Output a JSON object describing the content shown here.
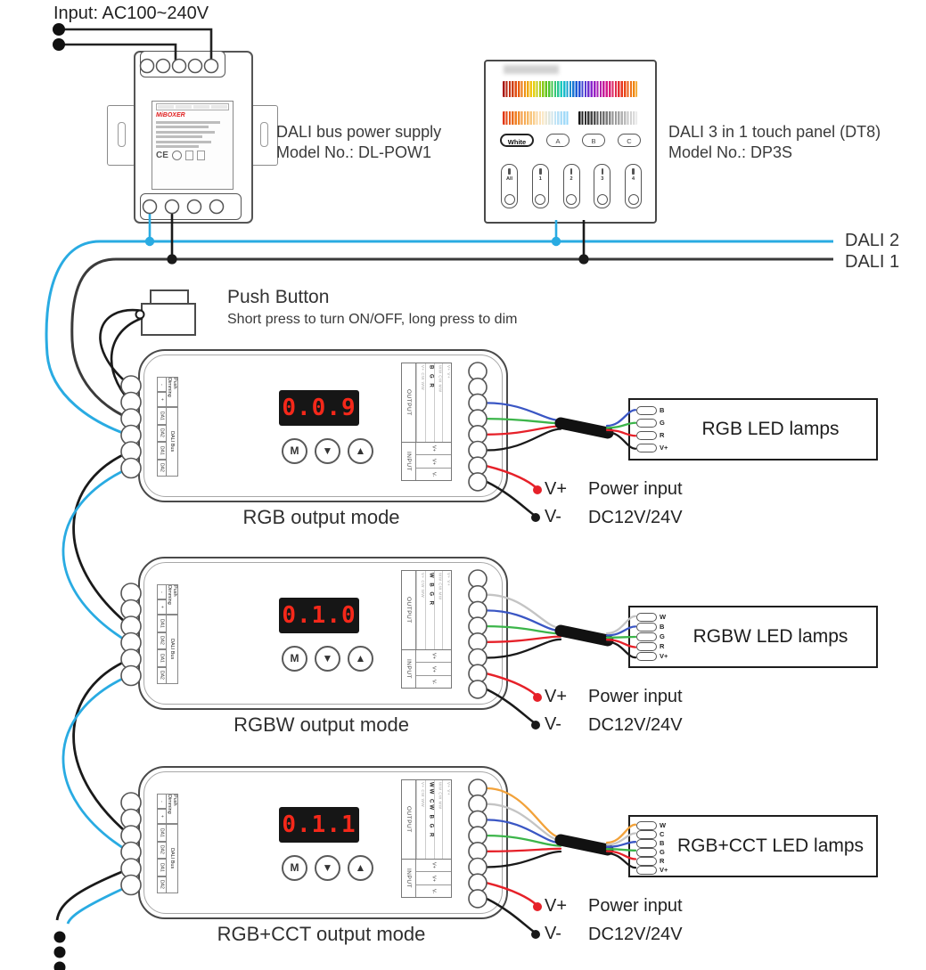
{
  "input": {
    "label": "Input: AC100~240V"
  },
  "power_supply": {
    "caption_line1": "DALI bus power supply",
    "caption_line2": "Model No.: DL-POW1",
    "brand": "MiBOXER",
    "ce_mark": "CE"
  },
  "touch_panel": {
    "caption_line1": "DALI 3 in 1 touch panel (DT8)",
    "caption_line2": "Model No.: DP3S",
    "buttons": [
      "White",
      "A",
      "B",
      "C"
    ],
    "zones": [
      "All",
      "1",
      "2",
      "3",
      "4"
    ]
  },
  "bus": {
    "dali2": "DALI 2",
    "dali1": "DALI 1",
    "dali2_color": "#29abe2",
    "dali1_color": "#3b3b3b"
  },
  "push_button": {
    "title": "Push Button",
    "subtitle": "Short press to turn ON/OFF, long press to dim"
  },
  "controller_common": {
    "push_dimming_label": "Push Dimming",
    "dali_bus_label": "DALI Bus",
    "left_terminals": [
      "-",
      "+",
      "DA1",
      "DA2",
      "DA1",
      "DA2"
    ],
    "output_label": "OUTPUT",
    "input_label": "INPUT",
    "input_terminals": [
      "V+",
      "V+",
      "V-"
    ],
    "buttons": [
      "M",
      "▼",
      "▲"
    ],
    "micro_col1": "V+ CW WW",
    "micro_col2": "WW CW MW",
    "micro_col3": "V+ V+"
  },
  "controllers": [
    {
      "mode_label": "RGB output mode",
      "display": "0.0.9",
      "grid_channels": "B G R",
      "lamp_label": "RGB LED lamps",
      "lamp_terminals": [
        "B",
        "G",
        "R",
        "V+"
      ],
      "power": {
        "vplus": "V+",
        "vminus": "V-",
        "line1": "Power input",
        "line2": "DC12V/24V"
      }
    },
    {
      "mode_label": "RGBW output mode",
      "display": "0.1.0",
      "grid_channels": "W B G R",
      "lamp_label": "RGBW LED lamps",
      "lamp_terminals": [
        "W",
        "B",
        "G",
        "R",
        "V+"
      ],
      "power": {
        "vplus": "V+",
        "vminus": "V-",
        "line1": "Power input",
        "line2": "DC12V/24V"
      }
    },
    {
      "mode_label": "RGB+CCT output mode",
      "display": "0.1.1",
      "grid_channels": "WW CW B G R",
      "lamp_label": "RGB+CCT LED lamps",
      "lamp_terminals": [
        "W",
        "C",
        "B",
        "G",
        "R",
        "V+"
      ],
      "power": {
        "vplus": "V+",
        "vminus": "V-",
        "line1": "Power input",
        "line2": "DC12V/24V"
      }
    }
  ],
  "wire_colors": {
    "black": "#1a1a1a",
    "bus_blue": "#29abe2",
    "output_blue": "#3a56c4",
    "green": "#3cb54a",
    "red": "#e62129",
    "white": "#c4c4c4",
    "orange": "#f2a23a",
    "cable": "#111111"
  }
}
